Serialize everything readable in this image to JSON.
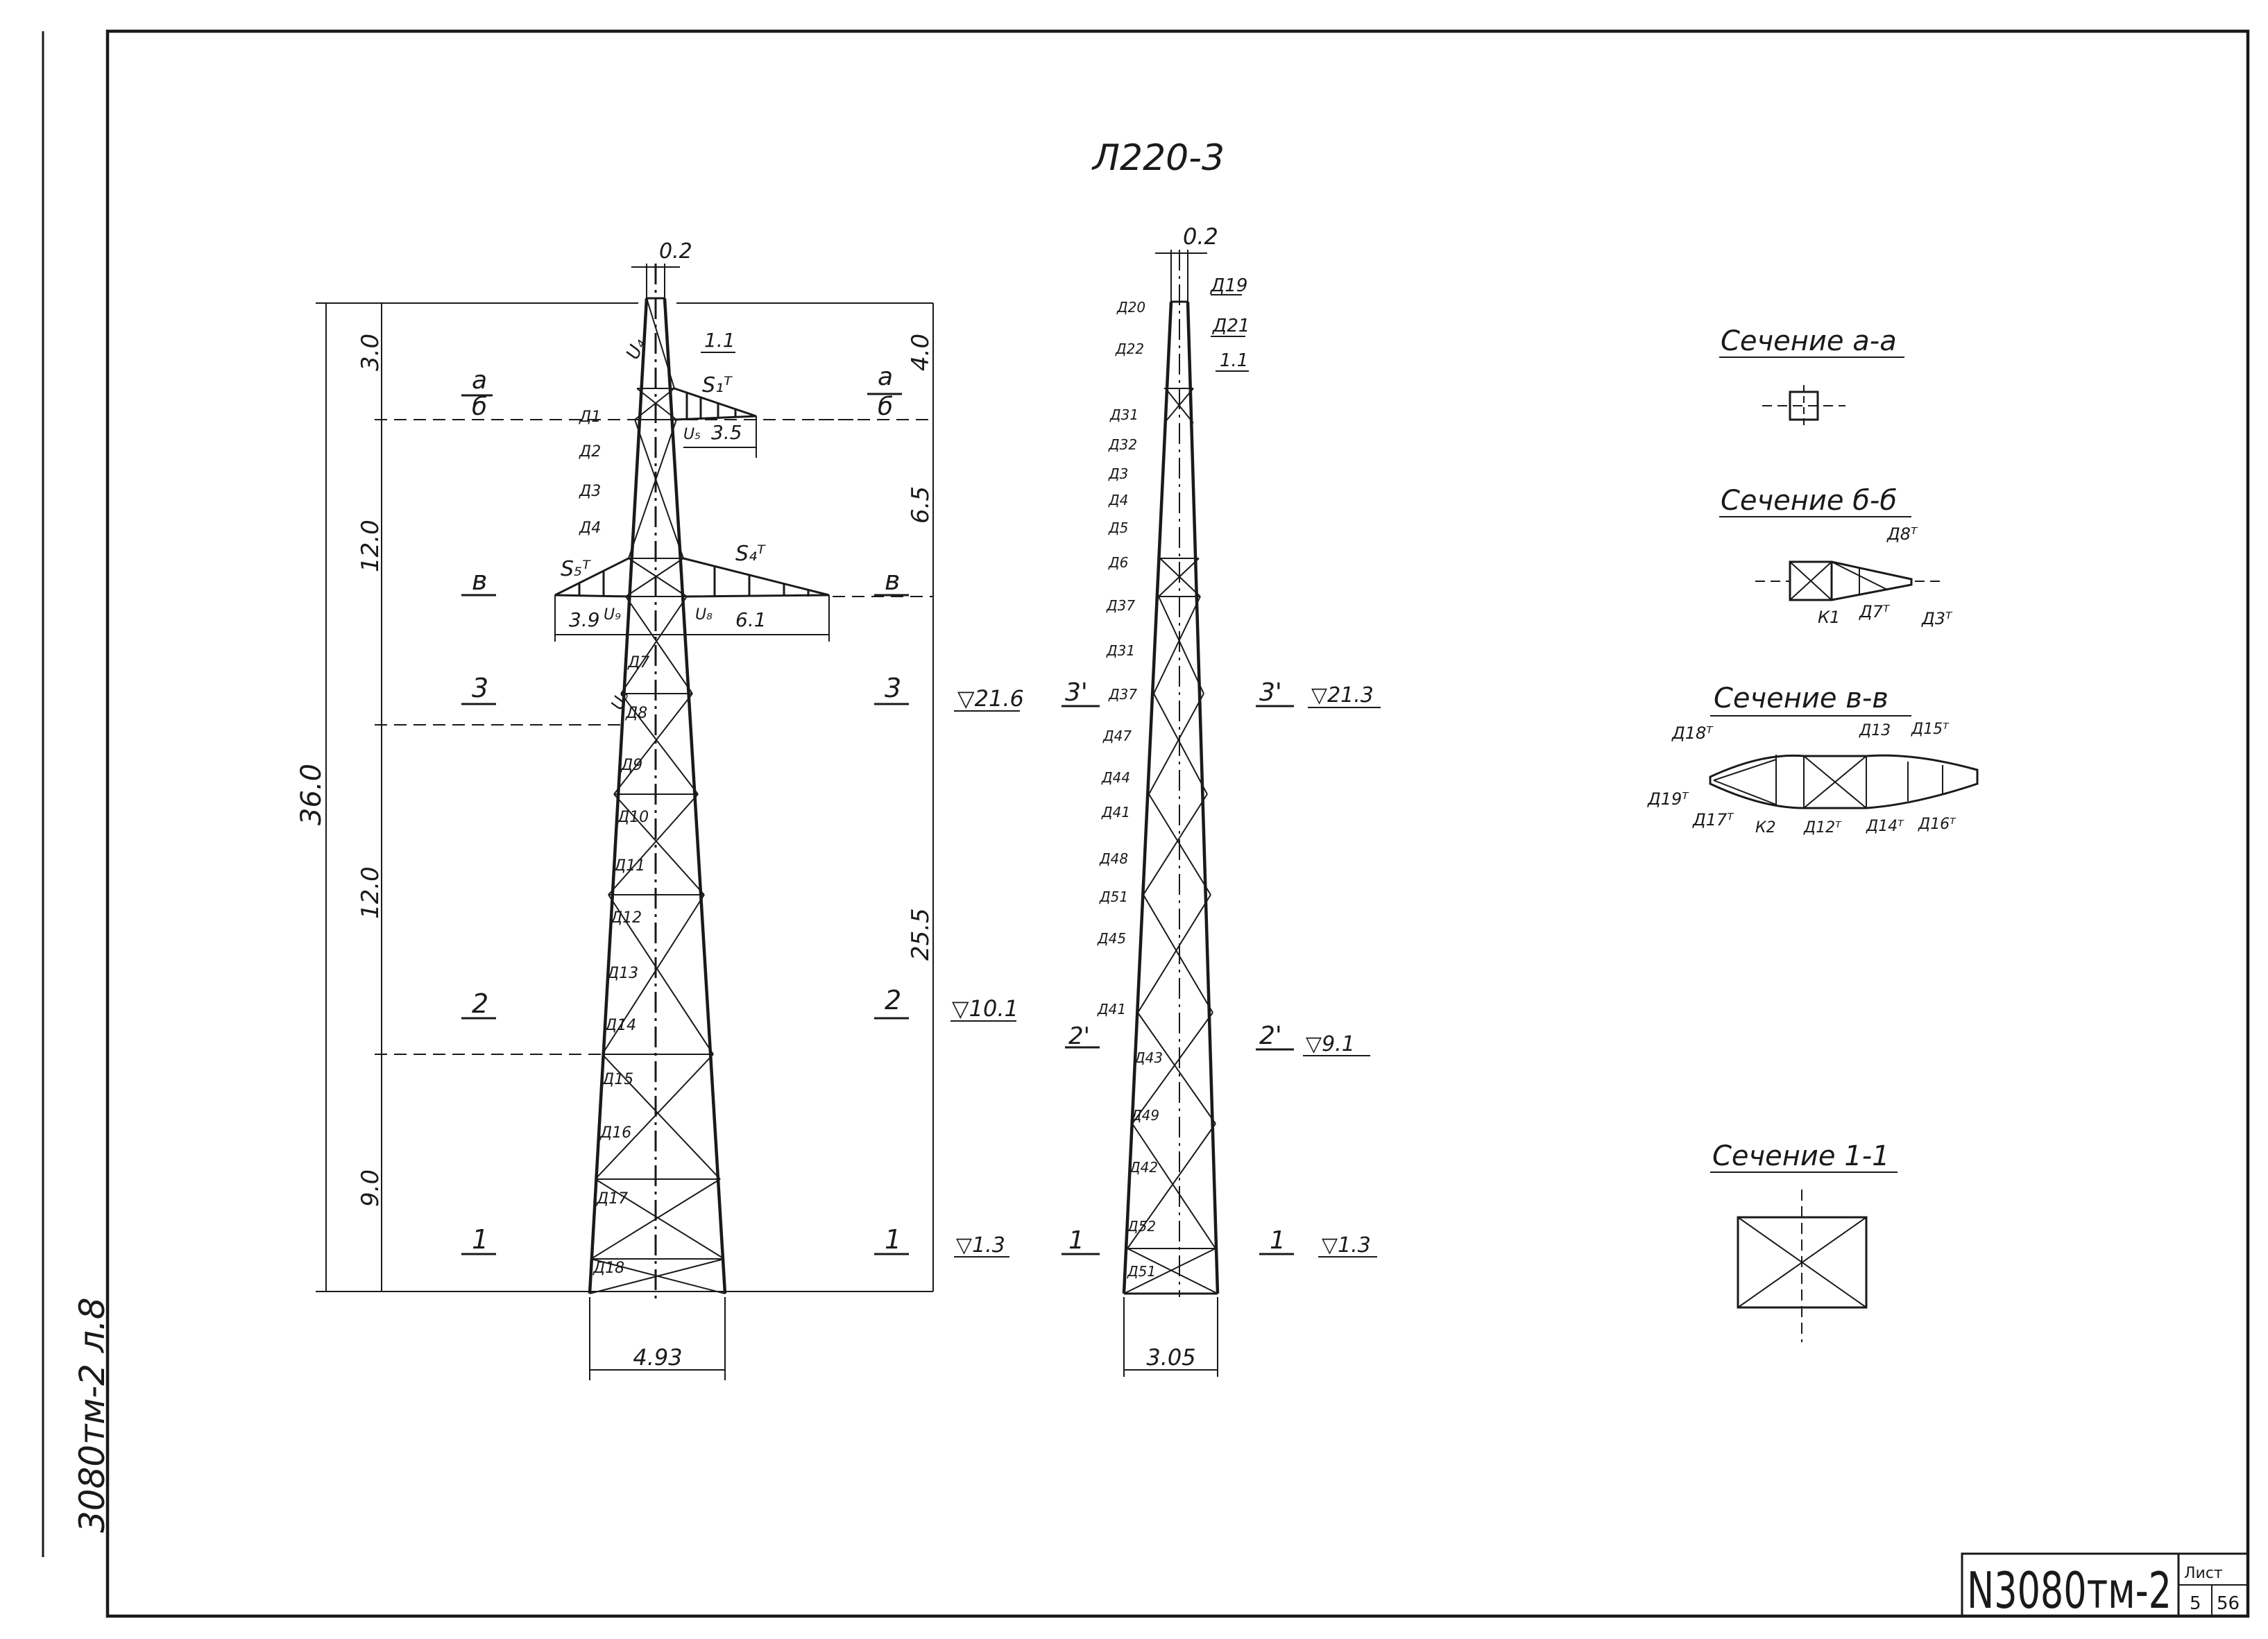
{
  "side_note": "3080тм-2 л.8",
  "title": "Л220-3",
  "left_elevation": {
    "top_width": "0.2",
    "base_width": "4.93",
    "total_height": "36.0",
    "segments": [
      "3.0",
      "12.0",
      "12.0",
      "9.0"
    ],
    "right_segments": [
      "4.0",
      "6.5",
      "25.5"
    ],
    "top_section_label": "а/б",
    "section_labels": [
      "а",
      "б",
      "в",
      "3",
      "2",
      "1"
    ],
    "arm_labels": [
      "S₁ᵀ",
      "S₅ᵀ",
      "S₄ᵀ"
    ],
    "dims": [
      "1.1",
      "3.5",
      "3.9",
      "6.1"
    ],
    "node_labels": [
      "U₄",
      "U₅",
      "U₉",
      "U₈",
      "U₃"
    ],
    "member_labels": [
      "Д1",
      "Д2",
      "Д3",
      "Д4",
      "Д7",
      "Д8",
      "Д9",
      "Д10",
      "Д11",
      "Д12",
      "Д13",
      "Д14",
      "Д15",
      "Д16",
      "Д17",
      "Д18"
    ],
    "levels": [
      {
        "mark": "3",
        "elev": "▽21.6"
      },
      {
        "mark": "2",
        "elev": "▽10.1"
      },
      {
        "mark": "1",
        "elev": "▽1.3"
      }
    ]
  },
  "right_elevation": {
    "top_width": "0.2",
    "base_width": "3.05",
    "dim": "1.1",
    "right_labels": [
      "Д19",
      "Д21",
      "1.1"
    ],
    "member_labels": [
      "Д20",
      "Д22",
      "Д31",
      "Д32",
      "Д3",
      "Д4",
      "Д5",
      "Д6",
      "Д37",
      "Д31",
      "Д37",
      "Д47",
      "Д44",
      "Д41",
      "Д48",
      "Д51",
      "Д45",
      "Д41",
      "Д43",
      "Д49",
      "Д42",
      "Д52",
      "Д51"
    ],
    "levels": [
      {
        "left": "3'",
        "right": "3'",
        "elev": "▽21.3"
      },
      {
        "left": "2'",
        "right": "2'",
        "elev": "▽9.1"
      },
      {
        "left": "1",
        "right": "1",
        "elev": "▽1.3"
      }
    ]
  },
  "sections": [
    {
      "title": "Сечение а-а",
      "labels": []
    },
    {
      "title": "Сечение б-б",
      "labels": [
        "Д8ᵀ",
        "К1",
        "Д7ᵀ",
        "Д3ᵀ"
      ]
    },
    {
      "title": "Сечение в-в",
      "labels": [
        "Д18ᵀ",
        "Д13",
        "Д15ᵀ",
        "Д19ᵀ",
        "Д17ᵀ",
        "К2",
        "Д12ᵀ",
        "Д14ᵀ",
        "Д16ᵀ"
      ]
    },
    {
      "title": "Сечение 1-1",
      "labels": []
    }
  ],
  "stamp": {
    "code": "N3080тм-2",
    "sheet_label": "Лист",
    "sheet": "5",
    "sheets_total": "56"
  }
}
